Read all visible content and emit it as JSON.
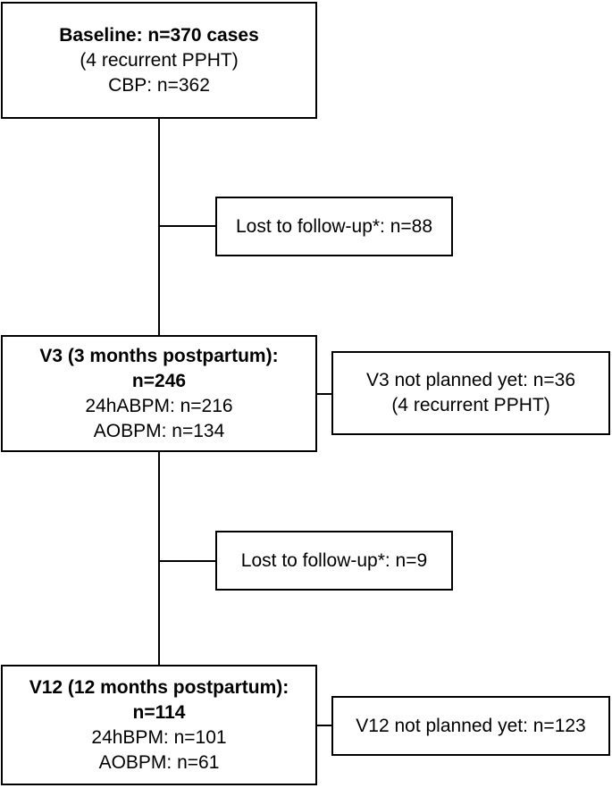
{
  "baseline": {
    "title": "Baseline: n=370 cases",
    "line2": "(4 recurrent PPHT)",
    "line3": "CBP: n=362"
  },
  "lost1": {
    "text": "Lost to follow-up*: n=88"
  },
  "v3": {
    "title": "V3 (3 months postpartum):",
    "count": "n=246",
    "line3": "24hABPM: n=216",
    "line4": "AOBPM: n=134"
  },
  "v3_not_planned": {
    "line1": "V3 not planned yet: n=36",
    "line2": "(4 recurrent PPHT)"
  },
  "lost2": {
    "text": "Lost to follow-up*: n=9"
  },
  "v12": {
    "title": "V12 (12 months postpartum):",
    "count": "n=114",
    "line3": "24hBPM: n=101",
    "line4": "AOBPM: n=61"
  },
  "v12_not_planned": {
    "text": "V12 not planned yet: n=123"
  }
}
